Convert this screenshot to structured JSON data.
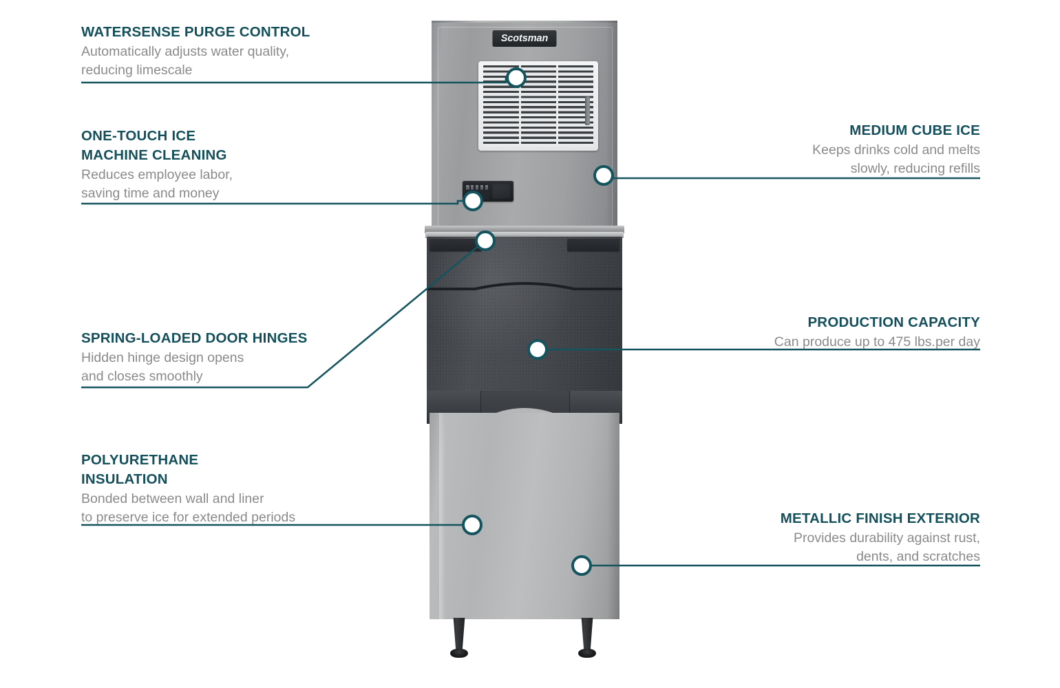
{
  "product": {
    "brand": "Scotsman",
    "parts": {
      "ice_maker_head": "ice-maker-head",
      "ventilation_grille": "ventilation-grille",
      "control_panel": "control-panel",
      "ice_storage_bin": "ice-storage-bin",
      "cabinet": "stainless-cabinet",
      "legs": "adjustable-legs"
    }
  },
  "callouts": [
    {
      "id": "watersense-purge-control",
      "side": "left",
      "title": "WATERSENSE PURGE CONTROL",
      "desc": "Automatically adjusts water quality,\nreducing limescale"
    },
    {
      "id": "one-touch-ice-machine-cleaning",
      "side": "left",
      "title": "ONE-TOUCH ICE\nMACHINE CLEANING",
      "desc": "Reduces employee labor,\nsaving time and money"
    },
    {
      "id": "spring-loaded-door-hinges",
      "side": "left",
      "title": "SPRING-LOADED DOOR HINGES",
      "desc": "Hidden hinge design opens\nand closes smoothly"
    },
    {
      "id": "polyurethane-insulation",
      "side": "left",
      "title": "POLYURETHANE\nINSULATION",
      "desc": "Bonded between wall and liner\nto preserve ice for extended periods"
    },
    {
      "id": "medium-cube-ice",
      "side": "right",
      "title": "MEDIUM CUBE ICE",
      "desc": "Keeps drinks cold and melts\nslowly, reducing refills"
    },
    {
      "id": "production-capacity",
      "side": "right",
      "title": "PRODUCTION CAPACITY",
      "desc": "Can produce up to 475 lbs.per day"
    },
    {
      "id": "metallic-finish-exterior",
      "side": "right",
      "title": "METALLIC FINISH EXTERIOR",
      "desc": "Provides durability against rust,\ndents, and scratches"
    }
  ],
  "colors": {
    "accent_teal": "#14545f",
    "title_teal": "#14505c",
    "body_gray": "#8a8a8a",
    "background": "#ffffff",
    "bin_dark": "#44474c",
    "cabinet_steel": "#b2b4b6",
    "leg_black": "#1a1b1d"
  }
}
